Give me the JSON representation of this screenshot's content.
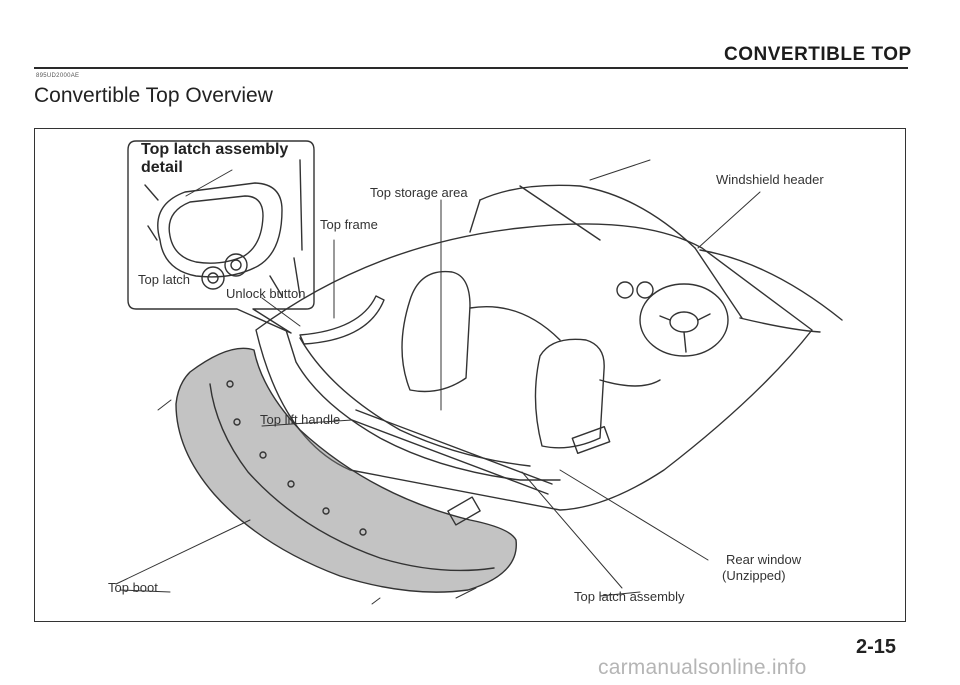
{
  "header": {
    "section_title": "CONVERTIBLE TOP",
    "doc_code": "895UD2000AE",
    "page_title": "Convertible Top Overview"
  },
  "figure": {
    "inset_title": "Top latch assembly",
    "inset_subtitle": "detail",
    "labels": {
      "top_latch": "Top latch",
      "unlock_button": "Unlock button",
      "top_storage_area": "Top storage area",
      "top_frame": "Top frame",
      "windshield_header": "Windshield header",
      "top_lift_handle": "Top lift handle",
      "top_boot": "Top boot",
      "rear_window": "Rear window",
      "rear_window_note": "(Unzipped)",
      "top_latch_assembly": "Top latch assembly"
    }
  },
  "footer": {
    "page_number": "2-15",
    "watermark": "carmanualsonline.info"
  }
}
